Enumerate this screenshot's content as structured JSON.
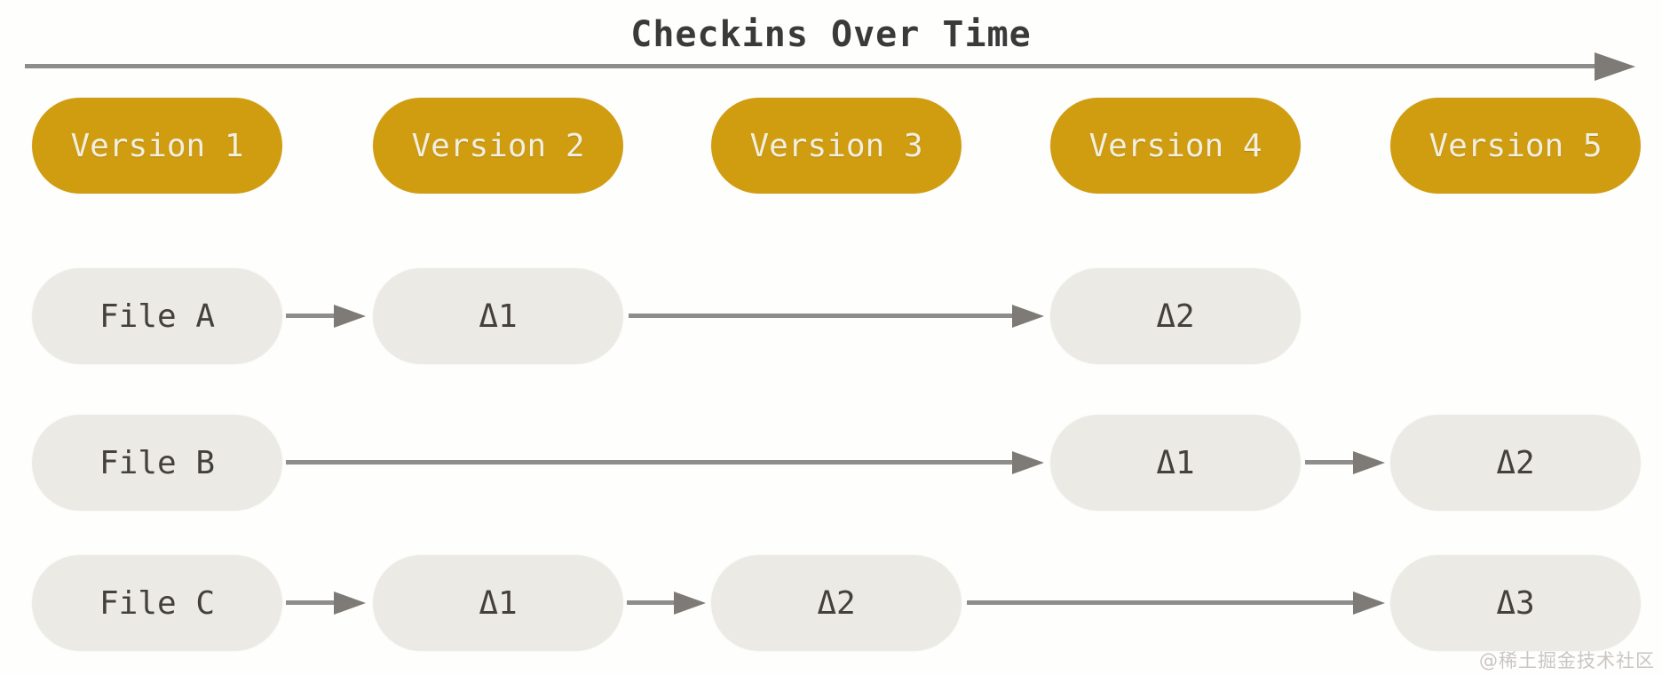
{
  "title": "Checkins Over Time",
  "watermark": "@稀土掘金技术社区",
  "colors": {
    "version_pill": "#d09c10",
    "version_text": "#f3efdf",
    "file_pill": "#eceae5",
    "file_text": "#44413c",
    "arrow_line": "#8e8d8b",
    "arrow_head": "#7e7b76",
    "title_text": "#3a3a3a",
    "background": "#fefefd"
  },
  "versions": [
    {
      "label": "Version 1"
    },
    {
      "label": "Version 2"
    },
    {
      "label": "Version 3"
    },
    {
      "label": "Version 4"
    },
    {
      "label": "Version 5"
    }
  ],
  "rows": [
    {
      "name": "File A",
      "nodes": [
        {
          "label": "File A",
          "column": 1
        },
        {
          "label": "Δ1",
          "column": 2
        },
        {
          "label": "Δ2",
          "column": 4
        }
      ],
      "arrows": [
        {
          "from_column": 1,
          "to_column": 2
        },
        {
          "from_column": 2,
          "to_column": 4
        }
      ]
    },
    {
      "name": "File B",
      "nodes": [
        {
          "label": "File B",
          "column": 1
        },
        {
          "label": "Δ1",
          "column": 4
        },
        {
          "label": "Δ2",
          "column": 5
        }
      ],
      "arrows": [
        {
          "from_column": 1,
          "to_column": 4
        },
        {
          "from_column": 4,
          "to_column": 5
        }
      ]
    },
    {
      "name": "File C",
      "nodes": [
        {
          "label": "File C",
          "column": 1
        },
        {
          "label": "Δ1",
          "column": 2
        },
        {
          "label": "Δ2",
          "column": 3
        },
        {
          "label": "Δ3",
          "column": 5
        }
      ],
      "arrows": [
        {
          "from_column": 1,
          "to_column": 2
        },
        {
          "from_column": 2,
          "to_column": 3
        },
        {
          "from_column": 3,
          "to_column": 5
        }
      ]
    }
  ]
}
